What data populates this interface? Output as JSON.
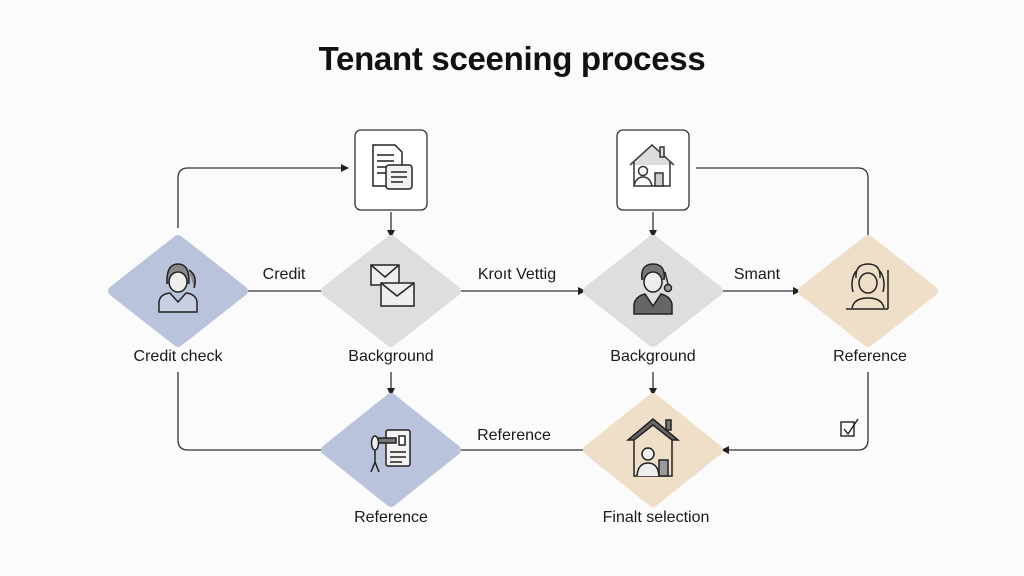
{
  "title": "Tenant sceening process",
  "nodes": {
    "credit_check": {
      "label": "Credit check",
      "icon": "woman-ponytail-icon",
      "color": "#b9c4dc"
    },
    "background_1": {
      "label": "Background",
      "icon": "envelopes-icon",
      "color": "#dedede"
    },
    "background_2": {
      "label": "Background",
      "icon": "man-suit-icon",
      "color": "#dedede"
    },
    "reference_top": {
      "label": "Reference",
      "icon": "girl-pigtails-icon",
      "color": "#f0dfc8"
    },
    "reference_bottom": {
      "label": "Reference",
      "icon": "reference-document-icon",
      "color": "#b9c4dc"
    },
    "final_selection": {
      "label": "Finalt selection",
      "icon": "house-person-icon",
      "color": "#f0dfc8"
    },
    "documents_box": {
      "icon": "documents-icon"
    },
    "house_box": {
      "icon": "house-tenant-icon"
    }
  },
  "edges": {
    "credit": "Credit",
    "kroit_vettig": "Kroıt Vettig",
    "smant": "Smant",
    "reference": "Reference"
  },
  "check_icon": "checkbox-checked-icon"
}
